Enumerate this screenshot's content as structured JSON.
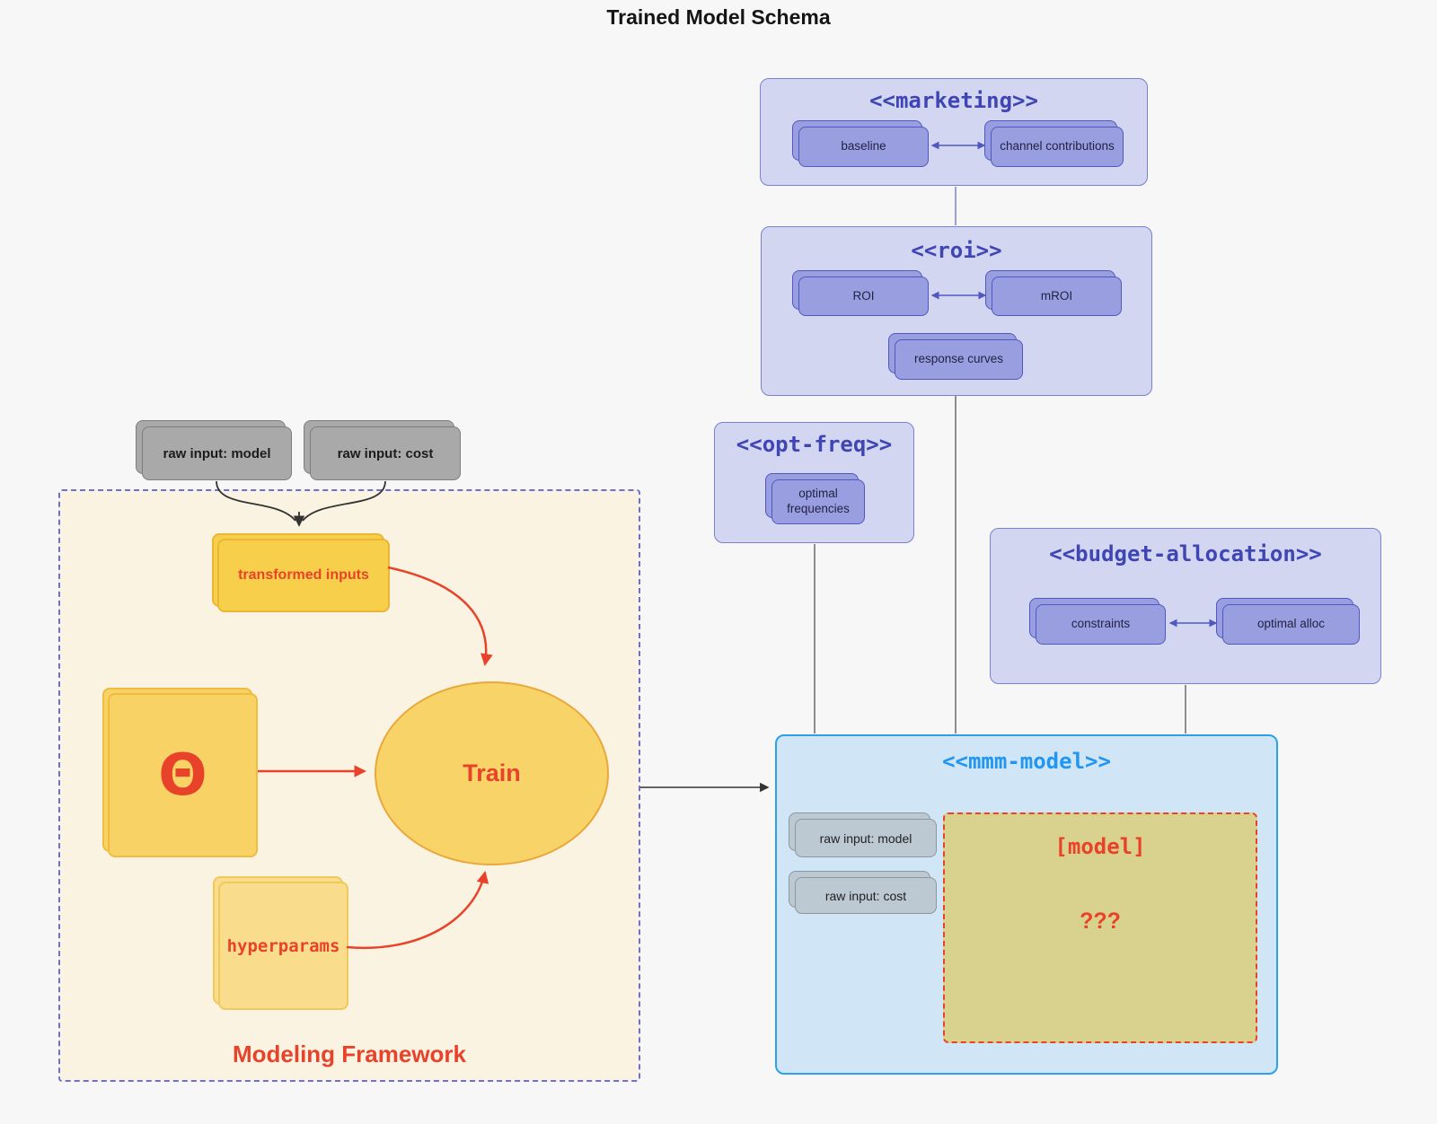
{
  "title": "Trained Model Schema",
  "colors": {
    "background": "#f7f7f8",
    "accent_red": "#e8432a",
    "indigo_title": "#3f46b4",
    "purple_container_fill": "#d3d6f1",
    "purple_container_border": "#7b80d0",
    "purple_node_fill": "#999ee0",
    "purple_node_border": "#5058c0",
    "mmm_title_blue": "#2196f3",
    "mmm_fill": "#d0e5f6",
    "mmm_border": "#2da0e8",
    "model_box_fill": "#d9d28e",
    "framework_fill": "#faf3e2",
    "framework_border": "#6a70d8",
    "yellow_node_fill": "#f8cf4b",
    "gray_node_fill": "#a9a9a9"
  },
  "external_inputs": {
    "model": "raw input: model",
    "cost": "raw input: cost"
  },
  "framework": {
    "label": "Modeling Framework",
    "transformed_inputs": "transformed inputs",
    "theta": "Θ",
    "train": "Train",
    "hyperparams": "hyperparams"
  },
  "marketing": {
    "title": "<<marketing>>",
    "baseline": "baseline",
    "channel_contributions": "channel contributions"
  },
  "roi": {
    "title": "<<roi>>",
    "roi": "ROI",
    "mroi": "mROI",
    "response_curves": "response curves"
  },
  "opt_freq": {
    "title": "<<opt-freq>>",
    "optimal_frequencies": "optimal frequencies"
  },
  "budget_allocation": {
    "title": "<<budget-allocation>>",
    "constraints": "constraints",
    "optimal_alloc": "optimal alloc"
  },
  "mmm_model": {
    "title": "<<mmm-model>>",
    "raw_input_model": "raw input: model",
    "raw_input_cost": "raw input: cost",
    "model_label": "[model]",
    "model_placeholder": "???"
  }
}
